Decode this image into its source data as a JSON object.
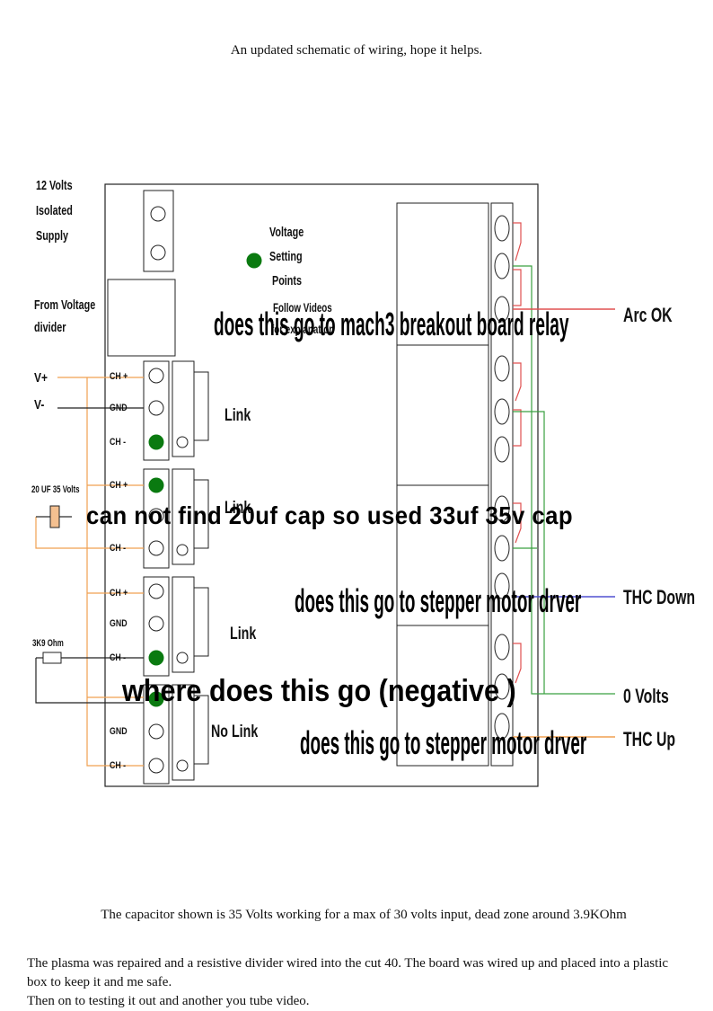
{
  "header": {
    "caption": "An updated schematic of wiring, hope it helps."
  },
  "diagram": {
    "supply_label_1": "12 Volts",
    "supply_label_2": "Isolated",
    "supply_label_3": "Supply",
    "divider_label_1": "From Voltage",
    "divider_label_2": "divider",
    "v_plus": "V+",
    "v_minus": "V-",
    "cap_label": "20 UF 35 Volts",
    "res_label": "3K9 Ohm",
    "voltage_label_1": "Voltage",
    "voltage_label_2": "Setting",
    "voltage_label_3": "Points",
    "voltage_label_4": "Follow Videos",
    "voltage_label_5": "for explanation",
    "link_1": "Link",
    "link_2": "Link",
    "link_3": "Link",
    "no_link": "No Link",
    "ch_plus": "CH +",
    "gnd": "GND",
    "ch_minus": "CH -",
    "out_arc_ok": "Arc OK",
    "out_thc_down": "THC Down",
    "out_zero_volts": "0 Volts",
    "out_thc_up": "THC Up",
    "colors": {
      "orange": "#f0a050",
      "red": "#e05050",
      "green": "#3aa040",
      "blue": "#5050d0",
      "dark_green": "#0a7a10"
    }
  },
  "annotations": {
    "relay_q": "does this go to mach3 breakout board relay",
    "cap_note": "can not find 20uf cap so used 33uf 35v cap",
    "down_q": "does this go to stepper motor drver",
    "neg_q": "where does this go  (negative )",
    "up_q": "does this go to stepper motor drver"
  },
  "footer": {
    "capacitor_note": "The capacitor shown is 35 Volts working for a max of 30 volts input, dead zone around 3.9KOhm",
    "paragraph_1": "The plasma was repaired and a resistive divider wired into the cut 40.  The board was wired up and placed into a plastic box to keep it and me safe.",
    "paragraph_2": "Then on to testing it out and another you tube video."
  }
}
